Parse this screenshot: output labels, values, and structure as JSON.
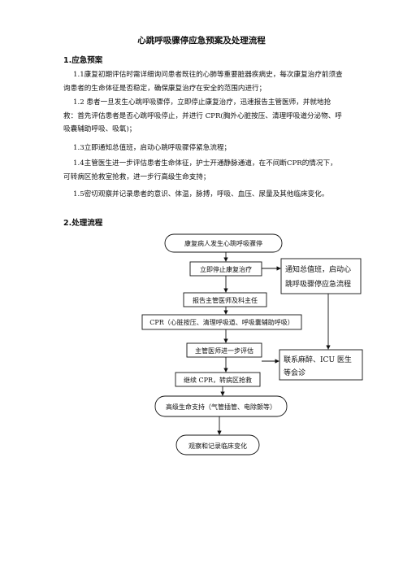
{
  "title": "心跳呼吸骤停应急预案及处理流程",
  "section1": {
    "heading": "1.应急预案",
    "paragraphs": [
      "1.1康复初期评估时需详细询问患者既往的心肺等重要脏器疾病史，每次康复治疗前须查询患者的生命体征是否稳定，确保康复治疗在安全的范围内进行；",
      "1.2 患者一旦发生心跳呼吸骤停，立即停止康复治疗，迅速报告主管医师，并就地抢救：首先评估患者是否心跳呼吸停止，并进行 CPR(胸外心脏按压、清理呼吸道分泌物、呼吸囊辅助呼吸、吸氧)；",
      "1.3立即通知总值班，启动心跳呼吸骤停紧急流程；",
      "1.4主管医生进一步评估患者生命体征，护士开通静脉通道，在不间断CPR的情况下，可转病区抢救室抢救，进一步行高级生命支持；",
      "1.5密切观察并记录患者的意识、体温，脉搏，呼吸、血压、尿量及其他临床变化。"
    ]
  },
  "section2": {
    "heading": "2.处理流程",
    "nodes": [
      "康复病人发生心跳呼吸骤停",
      "立即停止康复治疗",
      "报告主管医师及科主任",
      "CPR（心脏按压、清理呼吸道、呼吸囊辅助呼吸）",
      "主管医师进一步评估",
      "继续 CPR，转病区抢救",
      "高级生命支持（气管插管、电除颤等）",
      "观察和记录临床变化"
    ],
    "side_notes": [
      [
        "通知总值班，启动心",
        "跳呼吸骤停应急流程"
      ],
      [
        "联系麻醉、ICU 医生",
        "等会诊"
      ]
    ]
  }
}
